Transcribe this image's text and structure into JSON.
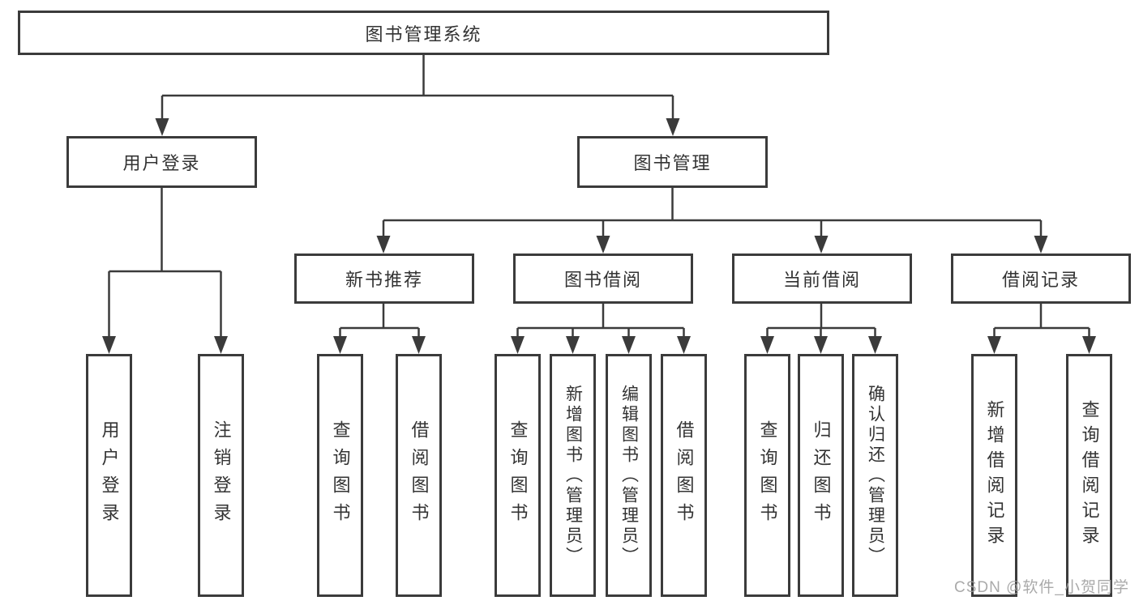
{
  "diagram": {
    "root": {
      "label": "图书管理系统"
    },
    "level2": [
      {
        "label": "用户登录"
      },
      {
        "label": "图书管理"
      }
    ],
    "level3": [
      {
        "label": "新书推荐"
      },
      {
        "label": "图书借阅"
      },
      {
        "label": "当前借阅"
      },
      {
        "label": "借阅记录"
      }
    ],
    "leaves": {
      "user_login_group": [
        {
          "label": "用户登录"
        },
        {
          "label": "注销登录"
        }
      ],
      "new_book_group": [
        {
          "label": "查询图书"
        },
        {
          "label": "借阅图书"
        }
      ],
      "book_borrow_group": [
        {
          "label": "查询图书"
        },
        {
          "label": "新增图书（管理员）"
        },
        {
          "label": "编辑图书（管理员）"
        },
        {
          "label": "借阅图书"
        }
      ],
      "current_borrow_group": [
        {
          "label": "查询图书"
        },
        {
          "label": "归还图书"
        },
        {
          "label": "确认归还（管理员）"
        }
      ],
      "borrow_record_group": [
        {
          "label": "新增借阅记录"
        },
        {
          "label": "查询借阅记录"
        }
      ]
    },
    "colors": {
      "line": "#3b3b3b",
      "box_border": "#3b3b3b",
      "text": "#333333",
      "background": "#ffffff",
      "watermark": "#9e9e9e"
    }
  },
  "watermark": {
    "text": "CSDN @软件_小贺同学"
  }
}
